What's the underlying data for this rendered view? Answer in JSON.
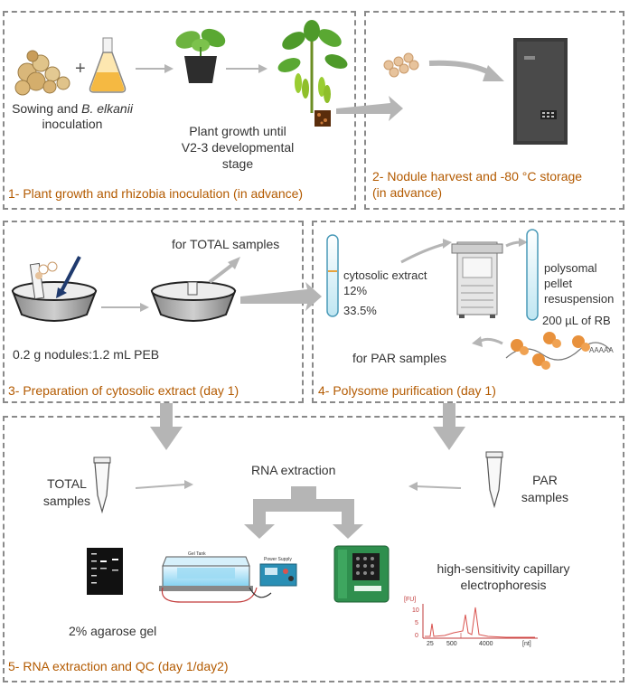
{
  "panels": {
    "p1": {
      "title": "1- Plant growth and rhizobia inoculation (in advance)"
    },
    "p2": {
      "title": "2- Nodule harvest and -80 °C storage",
      "title_line2": "(in advance)"
    },
    "p3": {
      "title": "3- Preparation of cytosolic extract (day 1)"
    },
    "p4": {
      "title": "4- Polysome purification (day 1)"
    },
    "p5": {
      "title": "5- RNA extraction and QC (day 1/day2)"
    }
  },
  "labels": {
    "sowing_1": "Sowing and",
    "sowing_italic": "B. elkanii",
    "sowing_2": "inoculation",
    "growth_1": "Plant growth until",
    "growth_2": "V2-3 developmental",
    "growth_3": "stage",
    "for_total": "for TOTAL samples",
    "nodules_peb": "0.2 g nodules:1.2 mL PEB",
    "cytosolic_extract": "cytosolic extract",
    "pct_12": "12%",
    "pct_335": "33.5%",
    "polysomal_1": "polysomal",
    "polysomal_2": "pellet",
    "polysomal_3": "resuspension",
    "rb": "200 µL of RB",
    "for_par": "for PAR samples",
    "total_1": "TOTAL",
    "total_2": "samples",
    "rna_extraction": "RNA extraction",
    "par_1": "PAR",
    "par_2": "samples",
    "hs_1": "high-sensitivity capillary",
    "hs_2": "electrophoresis",
    "agarose": "2% agarose gel"
  },
  "electropherogram": {
    "y_unit": "[FU]",
    "y_ticks": [
      "10",
      "5",
      "0"
    ],
    "x_ticks": [
      "25",
      "500",
      "4000"
    ],
    "x_unit": "[nt]"
  },
  "colors": {
    "title_orange": "#b35a00",
    "arrow_gray": "#b5b5b5",
    "dash_gray": "#8a8a8a",
    "nodule": "#e7c39c",
    "ribosome": "#e8913c",
    "trace_red": "#d9534f"
  },
  "icons": [
    "flask-icon",
    "plant-pot-icon",
    "soybean-plant-icon",
    "freezer-icon",
    "mortar-icon",
    "tube-icon",
    "centrifuge-icon",
    "polysome-icon",
    "eppendorf-icon",
    "gel-icon",
    "electrophoresis-tank-icon",
    "power-supply-icon",
    "rna-chip-icon"
  ]
}
